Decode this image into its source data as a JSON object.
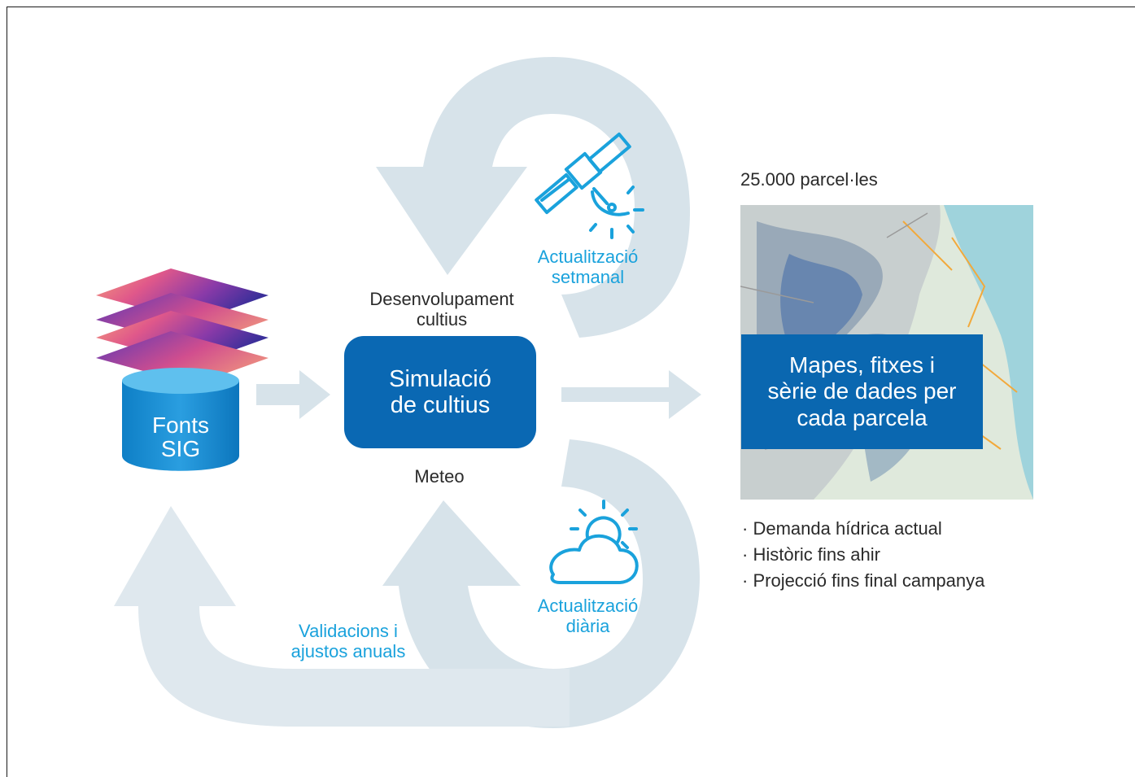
{
  "sources": {
    "label_line1": "Fonts",
    "label_line2": "SIG"
  },
  "simulation": {
    "label_line1": "Simulació",
    "label_line2": "de cultius"
  },
  "inputs": {
    "crop_development_line1": "Desenvolupament",
    "crop_development_line2": "cultius",
    "weather": "Meteo"
  },
  "weekly_update": {
    "line1": "Actualització",
    "line2": "setmanal",
    "icon": "satellite-icon"
  },
  "daily_update": {
    "line1": "Actualització",
    "line2": "diària",
    "icon": "sun-cloud-icon"
  },
  "annual_validation": {
    "line1": "Validacions i",
    "line2": "ajustos anuals"
  },
  "output": {
    "parcel_count": "25.000 parcel·les",
    "map_caption_line1": "Mapes, fitxes i",
    "map_caption_line2": "sèrie de dades per",
    "map_caption_line3": "cada parcela",
    "items": [
      "Demanda hídrica actual",
      "Històric fins ahir",
      "Projecció fins final campanya"
    ]
  },
  "colors": {
    "primary_blue": "#0a68b3",
    "cyan_accent": "#1aa2dc",
    "arrow_gray": "#d7e3ea",
    "text_dark": "#2a2a2a"
  }
}
